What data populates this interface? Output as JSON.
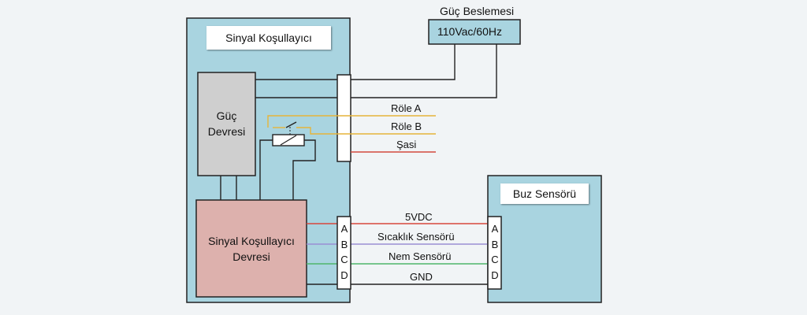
{
  "power_supply": {
    "title": "Güç Beslemesi",
    "rating": "110Vac/60Hz"
  },
  "conditioner": {
    "title": "Sinyal Koşullayıcı",
    "power_circuit": [
      "Güç",
      "Devresi"
    ],
    "signal_circuit": [
      "Sinyal Koşullayıcı",
      "Devresi"
    ]
  },
  "relay_outputs": [
    "Röle A",
    "Röle B",
    "Şasi"
  ],
  "sensor": {
    "title": "Buz Sensörü"
  },
  "connector_pins": [
    "A",
    "B",
    "C",
    "D"
  ],
  "signals": [
    "5VDC",
    "Sıcaklık Sensörü",
    "Nem Sensörü",
    "GND"
  ],
  "colors": {
    "panel": "#a9d4e0",
    "power_box": "#cfcfcf",
    "signal_box": "#ddb1ad",
    "relay_wire": "#e6b43a",
    "chassis_wire": "#d24a3f",
    "vdc_wire": "#d7463c",
    "temp_wire": "#9a8ed4",
    "humidity_wire": "#4fb56a",
    "gnd_wire": "#222222"
  }
}
